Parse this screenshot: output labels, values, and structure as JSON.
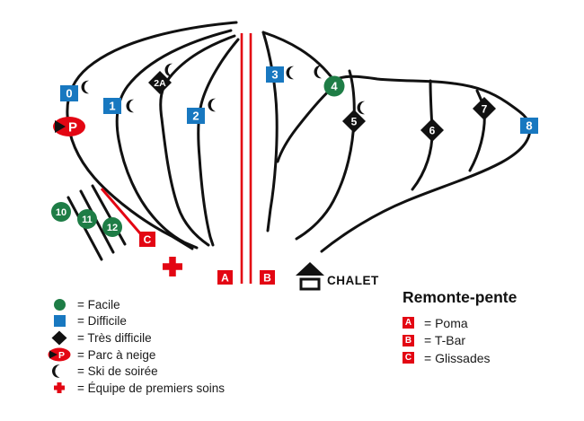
{
  "colors": {
    "easy_green": "#1e7d46",
    "difficult_blue": "#1878c0",
    "very_difficult_black": "#111111",
    "lift_red": "#e30613",
    "text_dark": "#1a1a1a"
  },
  "map": {
    "chalet_label": "CHALET",
    "snow_park_label": "P",
    "trail_markers": {
      "m0": "0",
      "m1": "1",
      "m2": "2",
      "m2a": "2A",
      "m3": "3",
      "m4": "4",
      "m5": "5",
      "m6": "6",
      "m7": "7",
      "m8": "8",
      "m10": "10",
      "m11": "11",
      "m12": "12"
    },
    "lift_markers": {
      "a": "A",
      "b": "B",
      "c": "C"
    }
  },
  "legend": {
    "snow_park_letter": "P",
    "items": [
      {
        "icon": "easy-circle-icon",
        "label": "= Facile"
      },
      {
        "icon": "difficult-square-icon",
        "label": "= Difficile"
      },
      {
        "icon": "very-difficult-diamond-icon",
        "label": "= Très difficile"
      },
      {
        "icon": "snow-park-icon",
        "label": "= Parc à neige"
      },
      {
        "icon": "night-ski-moon-icon",
        "label": "= Ski de soirée"
      },
      {
        "icon": "first-aid-cross-icon",
        "label": "= Équipe de premiers soins"
      }
    ]
  },
  "lifts_legend": {
    "title": "Remonte-pente",
    "items": [
      {
        "badge": "A",
        "label": "= Poma"
      },
      {
        "badge": "B",
        "label": "= T-Bar"
      },
      {
        "badge": "C",
        "label": "= Glissades"
      }
    ]
  }
}
